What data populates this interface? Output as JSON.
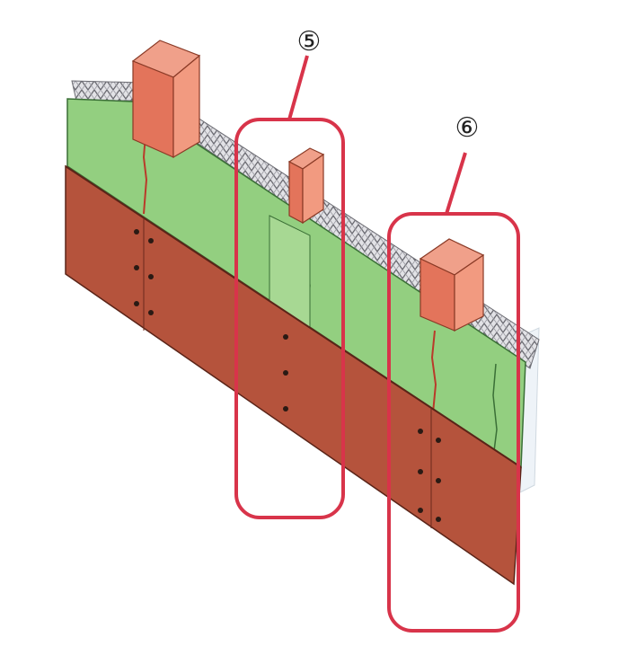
{
  "callouts": [
    {
      "number": "5",
      "label": "⑤"
    },
    {
      "number": "6",
      "label": "⑥"
    }
  ],
  "colors": {
    "board_brown": "#b5533c",
    "gypsum_green": "#93cf80",
    "stud_orange": "#e3745b",
    "insulation_gray": "#e2e2e6",
    "callout_red": "#d8344a",
    "nail_black": "#2a1a14"
  },
  "icons": {
    "callout": "circled-number-icon"
  }
}
